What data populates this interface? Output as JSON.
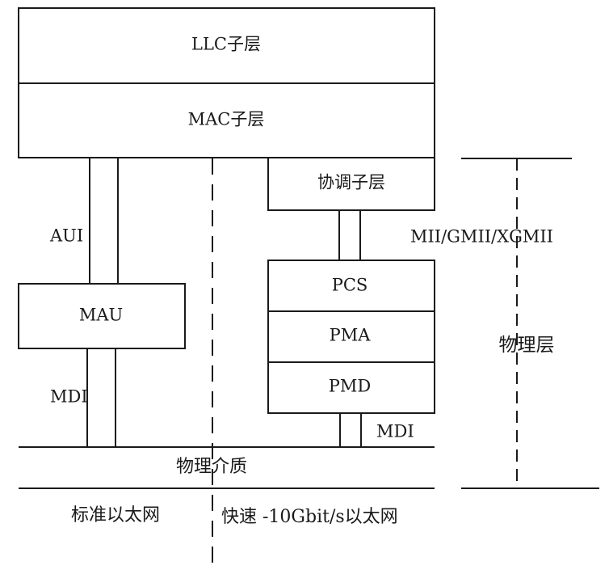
{
  "diagram": {
    "llc": "LLC子层",
    "mac": "MAC子层",
    "reconcile": "协调子层",
    "aui": "AUI",
    "mau": "MAU",
    "mdi_left": "MDI",
    "mii": "MII/GMII/XGMII",
    "pcs": "PCS",
    "pma": "PMA",
    "pmd": "PMD",
    "mdi_right": "MDI",
    "physical_layer": "物理层",
    "medium": "物理介质",
    "standard_ethernet": "标准以太网",
    "fast_ethernet": "快速 -10Gbit/s以太网"
  }
}
